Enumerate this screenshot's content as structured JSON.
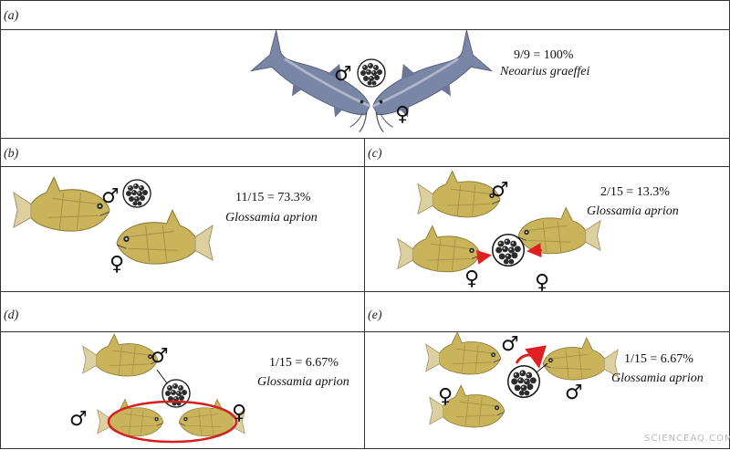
{
  "panels": {
    "a": {
      "label": "(a)",
      "stat": "9/9 = 100%",
      "species": "Neoarius graeffei"
    },
    "b": {
      "label": "(b)",
      "stat": "11/15 = 73.3%",
      "species": "Glossamia aprion"
    },
    "c": {
      "label": "(c)",
      "stat": "2/15 = 13.3%",
      "species": "Glossamia aprion"
    },
    "d": {
      "label": "(d)",
      "stat": "1/15 = 6.67%",
      "species": "Glossamia aprion"
    },
    "e": {
      "label": "(e)",
      "stat": "1/15 = 6.67%",
      "species": "Glossamia aprion"
    }
  },
  "symbols": {
    "male": "♂",
    "female": "♀"
  },
  "watermark": "SCIENCEAQ.COM",
  "colors": {
    "catfish": "#7a86a6",
    "cardinalfish": "#c9b45c",
    "arrow": "#e02020",
    "ellipse": "#d42020",
    "eggs": "#2b2b2b"
  }
}
